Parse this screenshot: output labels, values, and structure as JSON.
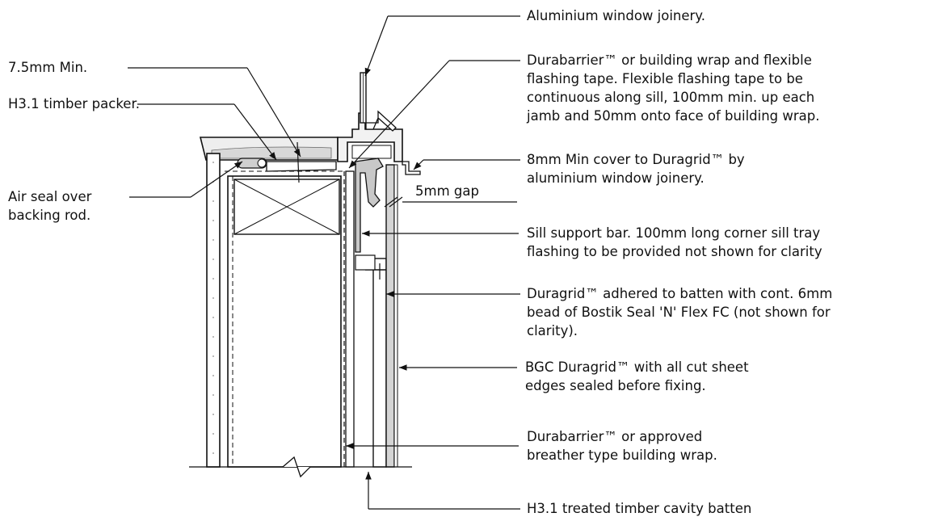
{
  "labels": {
    "aluminium_joinery": "Aluminium window joinery.",
    "building_wrap_l1": "Durabarrier™ or building wrap and flexible",
    "building_wrap_l2": "flashing tape. Flexible flashing tape to be",
    "building_wrap_l3": "continuous along sill, 100mm min. up each",
    "building_wrap_l4": "jamb and 50mm onto face of building wrap.",
    "cover_l1": "8mm Min cover to Duragrid™ by",
    "cover_l2": "aluminium window joinery.",
    "gap": "5mm gap",
    "sill_bar_l1": "Sill support bar. 100mm long corner sill tray",
    "sill_bar_l2": "flashing to be provided not shown for clarity",
    "adhered_l1": "Duragrid™ adhered to batten with cont. 6mm",
    "adhered_l2": "bead of Bostik Seal 'N' Flex FC (not shown for",
    "adhered_l3": "clarity).",
    "bgc_l1": "BGC Duragrid™ with all cut sheet",
    "bgc_l2": "edges sealed before fixing.",
    "wrap_l1": "Durabarrier™ or approved",
    "wrap_l2": "breather type building wrap.",
    "batten": "H3.1 treated timber cavity batten",
    "min_75": "7.5mm Min.",
    "packer": "H3.1 timber packer.",
    "air_seal_l1": "Air seal over",
    "air_seal_l2": "backing rod."
  }
}
